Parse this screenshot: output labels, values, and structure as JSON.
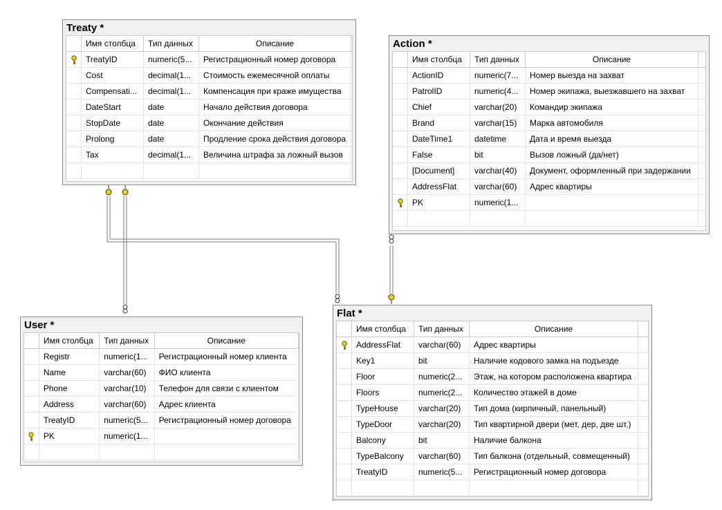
{
  "headers": {
    "name": "Имя столбца",
    "type": "Тип данных",
    "desc": "Описание"
  },
  "tables": {
    "treaty": {
      "title": "Treaty *",
      "rows": [
        {
          "pk": true,
          "name": "TreatyID",
          "type": "numeric(5...",
          "desc": "Регистрационный номер договора"
        },
        {
          "pk": false,
          "name": "Cost",
          "type": "decimal(1...",
          "desc": "Стоимость ежемесячной оплаты"
        },
        {
          "pk": false,
          "name": "Compensati...",
          "type": "decimal(1...",
          "desc": "Компенсация при краже имущества"
        },
        {
          "pk": false,
          "name": "DateStart",
          "type": "date",
          "desc": "Начало действия договора"
        },
        {
          "pk": false,
          "name": "StopDate",
          "type": "date",
          "desc": "Окончание действия"
        },
        {
          "pk": false,
          "name": "Prolong",
          "type": "date",
          "desc": "Продление срока действия договора"
        },
        {
          "pk": false,
          "name": "Tax",
          "type": "decimal(1...",
          "desc": "Величина штрафа за ложный вызов"
        },
        {
          "pk": false,
          "name": "",
          "type": "",
          "desc": ""
        }
      ]
    },
    "action": {
      "title": "Action *",
      "rows": [
        {
          "pk": false,
          "name": "ActionID",
          "type": "numeric(7...",
          "desc": "Номер выезда на захват"
        },
        {
          "pk": false,
          "name": "PatrolID",
          "type": "numeric(4...",
          "desc": "Номер экипажа, выезжавшего на захват"
        },
        {
          "pk": false,
          "name": "Chief",
          "type": "varchar(20)",
          "desc": "Командир экипажа"
        },
        {
          "pk": false,
          "name": "Brand",
          "type": "varchar(15)",
          "desc": "Марка автомобиля"
        },
        {
          "pk": false,
          "name": "DateTime1",
          "type": "datetime",
          "desc": "Дата и время выезда"
        },
        {
          "pk": false,
          "name": "False",
          "type": "bit",
          "desc": "Вызов ложный (да/нет)"
        },
        {
          "pk": false,
          "name": "[Document]",
          "type": "varchar(40)",
          "desc": "Документ, оформленный при задержании"
        },
        {
          "pk": false,
          "name": "AddressFlat",
          "type": "varchar(60)",
          "desc": "Адрес квартиры"
        },
        {
          "pk": true,
          "name": "PK",
          "type": "numeric(1...",
          "desc": ""
        },
        {
          "pk": false,
          "name": "",
          "type": "",
          "desc": ""
        }
      ]
    },
    "user": {
      "title": "User *",
      "rows": [
        {
          "pk": false,
          "name": "Registr",
          "type": "numeric(1...",
          "desc": "Регистрационный номер клиента"
        },
        {
          "pk": false,
          "name": "Name",
          "type": "varchar(60)",
          "desc": "ФИО клиента"
        },
        {
          "pk": false,
          "name": "Phone",
          "type": "varchar(10)",
          "desc": "Телефон для связи с клиентом"
        },
        {
          "pk": false,
          "name": "Address",
          "type": "varchar(60)",
          "desc": "Адрес клиента"
        },
        {
          "pk": false,
          "name": "TreatyID",
          "type": "numeric(5...",
          "desc": "Регистрационный номер договора"
        },
        {
          "pk": true,
          "name": "PK",
          "type": "numeric(1...",
          "desc": ""
        },
        {
          "pk": false,
          "name": "",
          "type": "",
          "desc": ""
        }
      ]
    },
    "flat": {
      "title": "Flat *",
      "rows": [
        {
          "pk": true,
          "name": "AddressFlat",
          "type": "varchar(60)",
          "desc": "Адрес квартиры"
        },
        {
          "pk": false,
          "name": "Key1",
          "type": "bit",
          "desc": "Наличие кодового замка на подъезде"
        },
        {
          "pk": false,
          "name": "Floor",
          "type": "numeric(2...",
          "desc": "Этаж, на котором расположена квартира"
        },
        {
          "pk": false,
          "name": "Floors",
          "type": "numeric(2...",
          "desc": "Количество этажей в доме"
        },
        {
          "pk": false,
          "name": "TypeHouse",
          "type": "varchar(20)",
          "desc": "Тип дома (кирпичный, панельный)"
        },
        {
          "pk": false,
          "name": "TypeDoor",
          "type": "varchar(20)",
          "desc": "Тип квартирной двери (мет, дер, две шт.)"
        },
        {
          "pk": false,
          "name": "Balcony",
          "type": "bit",
          "desc": "Наличие балкона"
        },
        {
          "pk": false,
          "name": "TypeBalcony",
          "type": "varchar(60)",
          "desc": "Тип балкона (отдельный, совмещенный)"
        },
        {
          "pk": false,
          "name": "TreatyID",
          "type": "numeric(5...",
          "desc": "Регистрационный номер договора"
        },
        {
          "pk": false,
          "name": "",
          "type": "",
          "desc": ""
        }
      ]
    }
  },
  "colors": {
    "key": "#e8d600",
    "key_outline": "#6b6000",
    "line": "#7a7a7a"
  }
}
